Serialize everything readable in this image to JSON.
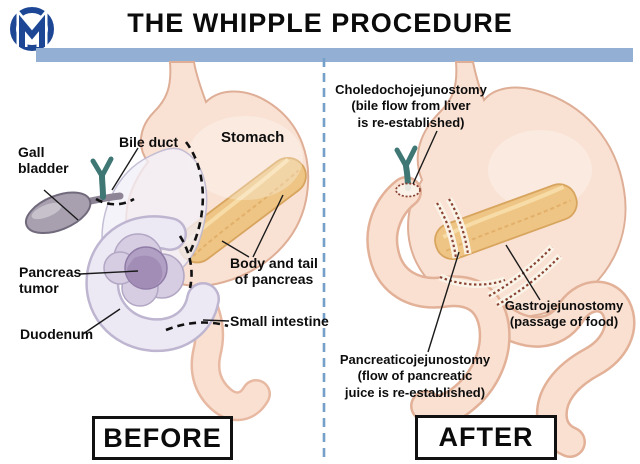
{
  "header": {
    "title": "THE WHIPPLE PROCEDURE",
    "logo": "M-circle-medical-logo"
  },
  "footer": {
    "before_label": "BEFORE",
    "after_label": "AFTER"
  },
  "before_panel": {
    "labels": {
      "gall_bladder": "Gall\nbladder",
      "bile_duct": "Bile duct",
      "stomach": "Stomach",
      "body_and_tail": "Body and tail\nof pancreas",
      "pancreas_tumor": "Pancreas\ntumor",
      "duodenum": "Duodenum",
      "small_intestine": "Small intestine"
    }
  },
  "after_panel": {
    "labels": {
      "choledochojejunostomy": "Choledochojejunostomy\n(bile flow from liver\nis re-established)",
      "gastrojejunostomy": "Gastrojejunostomy\n(passage of food)",
      "pancreaticojejunostomy": "Pancreaticojejunostomy\n(flow of pancreatic\njuice is re-established)"
    }
  },
  "colors": {
    "logo_navy": "#1d4795",
    "accent_bar_blue": "#93b0d4",
    "divider_blue": "#74a0c9",
    "stomach_peach": "#f9e2d4",
    "stomach_outline": "#dfae96",
    "pancreas_tan": "#eec584",
    "pancreas_outline": "#d8a55f",
    "duodenum_lavender": "#ece8f4",
    "pancreas_head_purple": "#d6cde2",
    "tumor_purple": "#b2a0c4",
    "gall_bladder_gray": "#a8a0af",
    "bile_duct_teal": "#3f7775",
    "suture_redbrown": "#8a4233",
    "label_text": "#0d0d0d"
  }
}
